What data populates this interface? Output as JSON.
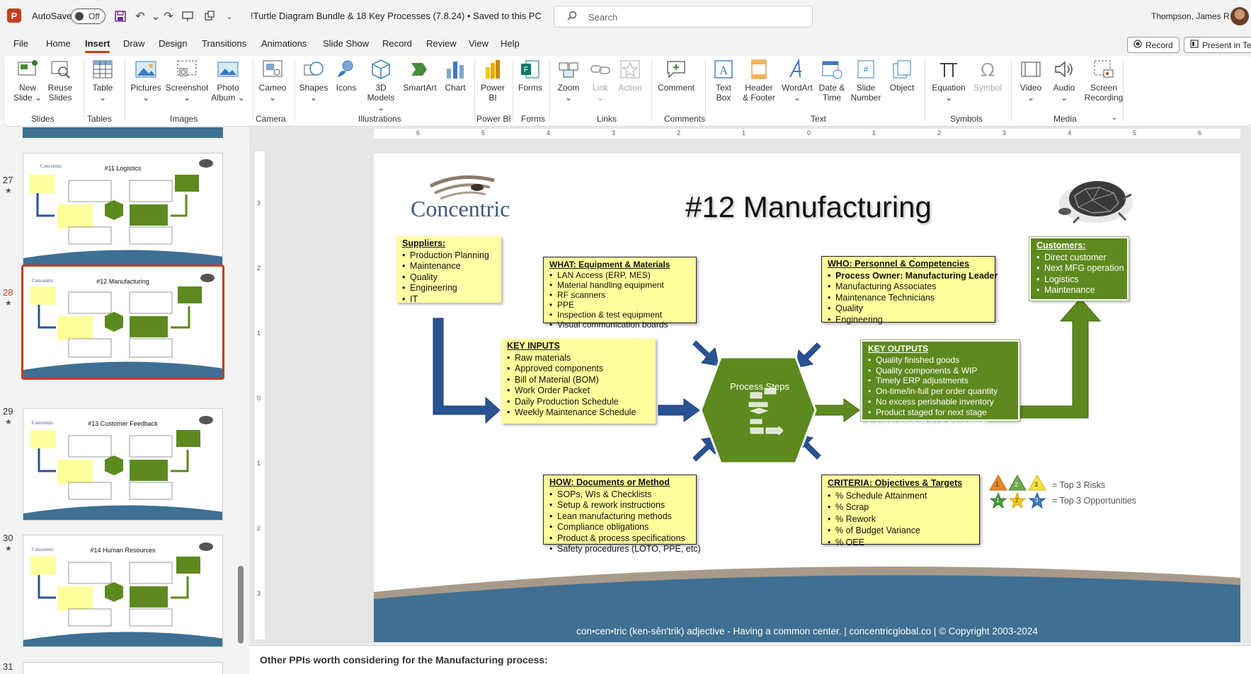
{
  "titlebar": {
    "app_icon": "P",
    "autosave_label": "AutoSave",
    "autosave_state": "Off",
    "doc_title": "!Turtle Diagram Bundle & 18 Key Processes (7.8.24)  •  Saved to this PC",
    "search_placeholder": "Search",
    "user_name": "Thompson, James R"
  },
  "menu": [
    {
      "label": "File",
      "active": false
    },
    {
      "label": "Home",
      "active": false
    },
    {
      "label": "Insert",
      "active": true
    },
    {
      "label": "Draw",
      "active": false
    },
    {
      "label": "Design",
      "active": false
    },
    {
      "label": "Transitions",
      "active": false
    },
    {
      "label": "Animations",
      "active": false
    },
    {
      "label": "Slide Show",
      "active": false
    },
    {
      "label": "Record",
      "active": false
    },
    {
      "label": "Review",
      "active": false
    },
    {
      "label": "View",
      "active": false
    },
    {
      "label": "Help",
      "active": false
    }
  ],
  "top_right": {
    "record": "Record",
    "present": "Present in Tea"
  },
  "ribbon": {
    "buttons": [
      {
        "l1": "New",
        "l2": "Slide ⌄"
      },
      {
        "l1": "Reuse",
        "l2": "Slides"
      },
      {
        "l1": "Table",
        "l2": "⌄"
      },
      {
        "l1": "Pictures",
        "l2": "⌄"
      },
      {
        "l1": "Screenshot",
        "l2": "⌄"
      },
      {
        "l1": "Photo",
        "l2": "Album ⌄"
      },
      {
        "l1": "Cameo",
        "l2": "⌄"
      },
      {
        "l1": "Shapes",
        "l2": "⌄"
      },
      {
        "l1": "Icons",
        "l2": ""
      },
      {
        "l1": "3D",
        "l2": "Models ⌄"
      },
      {
        "l1": "SmartArt",
        "l2": ""
      },
      {
        "l1": "Chart",
        "l2": ""
      },
      {
        "l1": "Power",
        "l2": "BI"
      },
      {
        "l1": "Forms",
        "l2": ""
      },
      {
        "l1": "Zoom",
        "l2": "⌄"
      },
      {
        "l1": "Link",
        "l2": "⌄"
      },
      {
        "l1": "Action",
        "l2": ""
      },
      {
        "l1": "Comment",
        "l2": ""
      },
      {
        "l1": "Text",
        "l2": "Box"
      },
      {
        "l1": "Header",
        "l2": "& Footer"
      },
      {
        "l1": "WordArt",
        "l2": "⌄"
      },
      {
        "l1": "Date &",
        "l2": "Time"
      },
      {
        "l1": "Slide",
        "l2": "Number"
      },
      {
        "l1": "Object",
        "l2": ""
      },
      {
        "l1": "Equation",
        "l2": "⌄"
      },
      {
        "l1": "Symbol",
        "l2": ""
      },
      {
        "l1": "Video",
        "l2": "⌄"
      },
      {
        "l1": "Audio",
        "l2": "⌄"
      },
      {
        "l1": "Screen",
        "l2": "Recording"
      }
    ],
    "groups": [
      "Slides",
      "Tables",
      "Images",
      "Camera",
      "Illustrations",
      "Power BI",
      "Forms",
      "Links",
      "Comments",
      "Text",
      "Symbols",
      "Media"
    ]
  },
  "thumbnails": [
    {
      "number": "27",
      "title": "#11 Logistics",
      "selected": false
    },
    {
      "number": "28",
      "title": "#12 Manufacturing",
      "selected": true
    },
    {
      "number": "29",
      "title": "#13 Customer Feedback",
      "selected": false
    },
    {
      "number": "30",
      "title": "#14 Human Resources",
      "selected": false
    },
    {
      "number": "31",
      "title": "",
      "selected": false
    }
  ],
  "ruler": {
    "h": [
      "6",
      "5",
      "4",
      "3",
      "2",
      "1",
      "0",
      "1",
      "2",
      "3",
      "4",
      "5",
      "6"
    ],
    "v": [
      "3",
      "2",
      "1",
      "0",
      "1",
      "2",
      "3"
    ]
  },
  "slide": {
    "title": "#12 Manufacturing",
    "brand": "Concentric",
    "suppliers": {
      "heading": "Suppliers:",
      "items": [
        "Production Planning",
        "Maintenance",
        "Quality",
        "Engineering",
        "IT"
      ]
    },
    "what": {
      "heading": "WHAT: Equipment & Materials",
      "items": [
        "LAN Access (ERP, MES)",
        "Material handling equipment",
        "RF scanners",
        "PPE",
        "Inspection & test equipment",
        "Visual communication boards"
      ]
    },
    "who": {
      "heading": "WHO: Personnel & Competencies",
      "owner": "Process Owner: Manufacturing Leader",
      "items": [
        "Manufacturing Associates",
        "Maintenance Technicians",
        "Quality",
        "Engineering"
      ]
    },
    "customers": {
      "heading": "Customers:",
      "items": [
        "Direct customer",
        "Next MFG operation",
        "Logistics",
        "Maintenance"
      ]
    },
    "inputs": {
      "heading": "KEY INPUTS",
      "items": [
        "Raw materials",
        "Approved components",
        "Bill of Material (BOM)",
        "Work Order Packet",
        "Daily Production Schedule",
        "Weekly Maintenance Schedule"
      ]
    },
    "process": "Process Steps",
    "outputs": {
      "heading": "KEY OUTPUTS",
      "items": [
        "Quality finished goods",
        "Quality components & WIP",
        "Timely ERP adjustments",
        "On-time/in-full per order quantity",
        "No excess perishable inventory",
        "Product staged for next stage",
        "Clear product ID & traceability"
      ]
    },
    "how": {
      "heading": "HOW: Documents or Method",
      "items": [
        "SOPs, WIs & Checklists",
        "Setup & rework instructions",
        "Lean manufacturing methods",
        "Compliance obligations",
        "Product & process specifications",
        "Safety procedures (LOTO, PPE, etc)"
      ]
    },
    "criteria": {
      "heading": "CRITERIA: Objectives & Targets",
      "items": [
        "% Schedule Attainment",
        "% Scrap",
        "% Rework",
        "% of Budget Variance",
        "% OEE"
      ]
    },
    "legend": {
      "risk_nums": [
        "1",
        "2",
        "3"
      ],
      "risks": "= Top 3 Risks",
      "opp_nums": [
        "1",
        "2",
        "3"
      ],
      "opps": "= Top 3 Opportunities"
    },
    "footer": "con•cen•tric (ken-sĕn'trik) adjective - Having a common center.   |   concentricglobal.co  | © Copyright 2003-2024"
  },
  "notes": "Other PPIs worth considering for the Manufacturing process:",
  "colors": {
    "accent": "#c43e1c",
    "green": "#5d8a1e",
    "blue_arrow": "#2a5394",
    "yellow_box": "#ffff9c",
    "footer_blue": "#3f6f92"
  }
}
